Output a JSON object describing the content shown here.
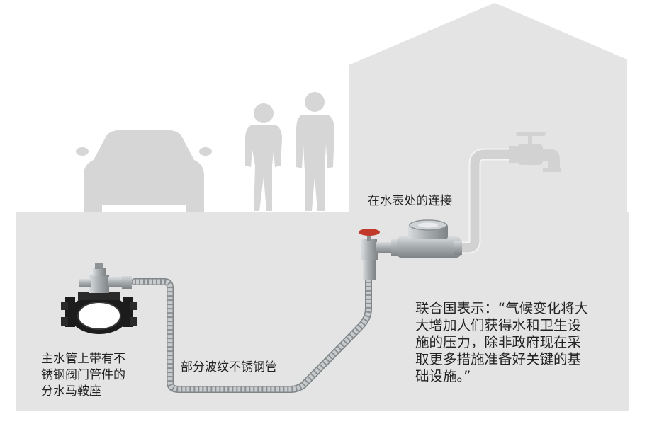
{
  "labels": {
    "meter_connection": "在水表处的连接",
    "saddle": [
      "主水管上带有不",
      "锈钢阀门管件的",
      "分水马鞍座"
    ],
    "corrugated_pipe": "部分波纹不锈钢管",
    "quote": [
      "联合国表示：“气候变化将大",
      "大增加人们获得水和卫生设",
      "施的压力，除非政府现在采",
      "取更多措施准备好关键的基",
      "础设施。”"
    ]
  },
  "colors": {
    "ground": "#e4e4e4",
    "silhouette": "#d6d6d6",
    "pipe": "#b9bcbe",
    "steel": "#9ea3a6",
    "valve_handle": "#c0392b",
    "saddle_body": "#1c1c1c",
    "text": "#222222"
  },
  "icons": [
    "car-silhouette-icon",
    "person-silhouette-icon",
    "house-silhouette-icon",
    "faucet-icon",
    "water-meter-icon",
    "gate-valve-icon",
    "saddle-clamp-icon"
  ]
}
